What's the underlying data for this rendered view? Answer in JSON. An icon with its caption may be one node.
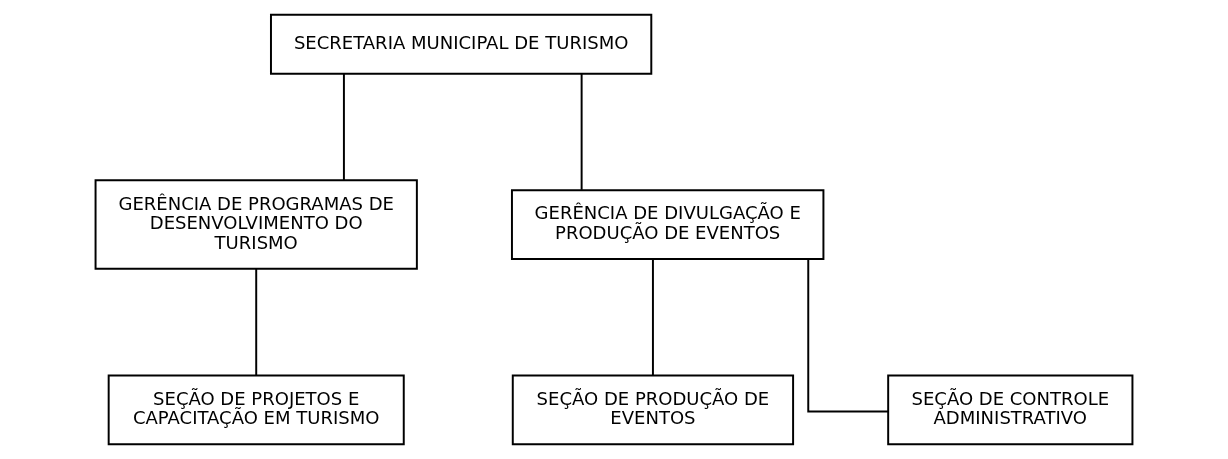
{
  "diagram": {
    "nodes": [
      {
        "text": [
          "SECRETARIA MUNICIPAL DE TURISMO"
        ]
      },
      {
        "text": [
          "GERÊNCIA DE PROGRAMAS DE DESENVOLVIMENTO DO TURISMO"
        ]
      },
      {
        "text": [
          "GERÊNCIA DE DIVULGAÇÃO E PRODUÇÃO DE EVENTOS"
        ]
      },
      {
        "text": [
          "SEÇÃO DE PROJETOS E CAPACITAÇÃO EM TURISMO"
        ]
      },
      {
        "text": [
          "SEÇÃO DE PRODUÇÃO DE EVENTOS"
        ]
      },
      {
        "text": [
          "SEÇÃO DE CONTROLE ADMINISTRATIVO"
        ]
      }
    ],
    "edges": [
      {
        "from": 0,
        "to": 1,
        "arrow": "none"
      },
      {
        "from": 0,
        "to": 2,
        "arrow": "none"
      },
      {
        "from": 1,
        "to": 3,
        "arrow": "none"
      },
      {
        "from": 2,
        "to": 4,
        "arrow": "none"
      },
      {
        "from": 2,
        "to": 5,
        "arrow": "none"
      }
    ]
  }
}
